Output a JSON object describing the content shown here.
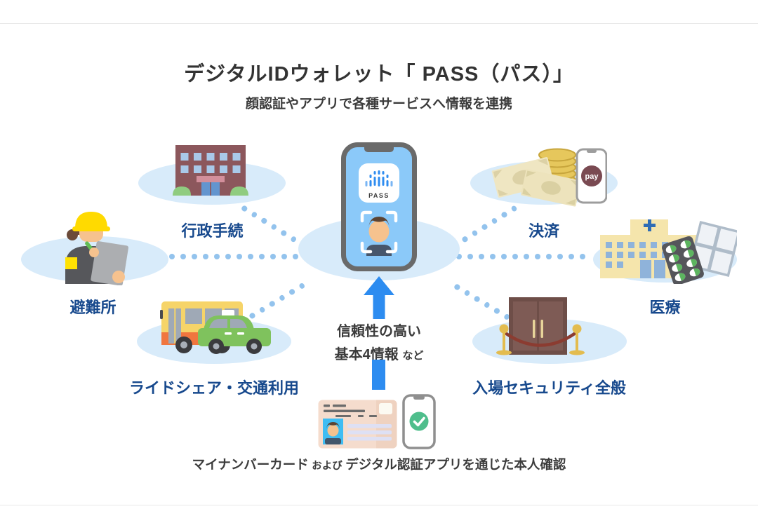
{
  "header": {
    "title": "デジタルIDウォレット「 PASS（パス）」",
    "subtitle": "顔認証やアプリで各種サービスへ情報を連携"
  },
  "nodes": [
    {
      "id": "gyosei-tetsuzuki",
      "label": "行政手続",
      "icon": "government-building-icon"
    },
    {
      "id": "hinanjo",
      "label": "避難所",
      "icon": "shelter-staff-icon"
    },
    {
      "id": "rideshare-kotsu",
      "label": "ライドシェア・交通利用",
      "icon": "bus-taxi-icon"
    },
    {
      "id": "kessai",
      "label": "決済",
      "icon": "payment-money-icon"
    },
    {
      "id": "iryo",
      "label": "医療",
      "icon": "hospital-medicine-icon"
    },
    {
      "id": "nyujo-security",
      "label": "入場セキュリティ全般",
      "icon": "entrance-door-icon"
    }
  ],
  "center_phone": {
    "app_name": "PASS"
  },
  "pay_phone": {
    "label": "pay"
  },
  "arrow_note": {
    "line1": "信頼性の高い",
    "line2": "基本4情報",
    "line2_suffix": "など"
  },
  "footer": {
    "part1": "マイナンバーカード",
    "part2": "および",
    "part3": "デジタル認証アプリを通じた本人確認"
  },
  "colors": {
    "accent_blue": "#2D8CF0",
    "label_navy": "#17498D",
    "dot_blue": "#93C3ED",
    "ellipse_blue": "#D8EBFA",
    "text_dark": "#333333"
  }
}
